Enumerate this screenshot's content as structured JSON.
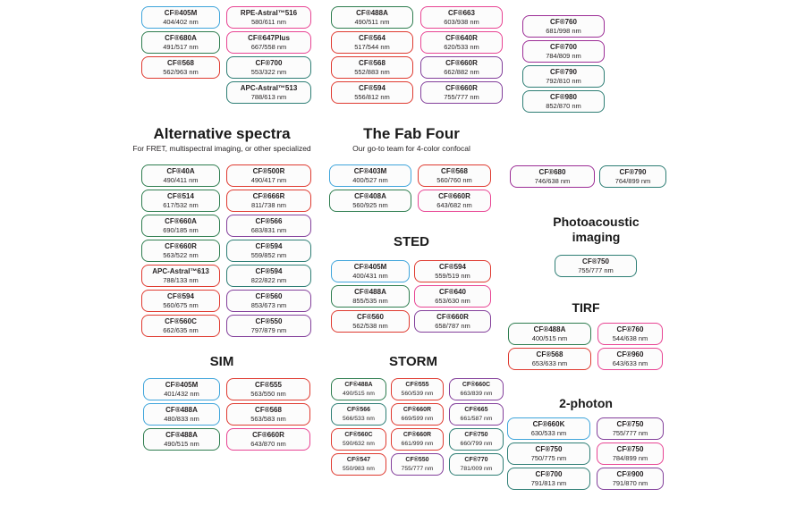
{
  "colors": {
    "blue": "#3fa5db",
    "green": "#2e7d4f",
    "red": "#df3a30",
    "pink": "#e84493",
    "teal": "#2e7e75",
    "purple": "#833f9b",
    "magenta": "#9c2d96"
  },
  "sections": {
    "top": {
      "columns": [
        [
          {
            "name": "CF®405M",
            "ex_em": "404/402 nm",
            "color": "blue"
          },
          {
            "name": "CF®680A",
            "ex_em": "491/517 nm",
            "color": "green"
          },
          {
            "name": "CF®568",
            "ex_em": "562/963 nm",
            "color": "red"
          }
        ],
        [
          {
            "name": "RPE-Astral™516",
            "ex_em": "580/611 nm",
            "color": "pink"
          },
          {
            "name": "CF®647Plus",
            "ex_em": "667/558 nm",
            "color": "pink"
          },
          {
            "name": "CF®700",
            "ex_em": "553/322 nm",
            "color": "teal"
          },
          {
            "name": "APC-Astral™513",
            "ex_em": "788/613 nm",
            "color": "teal"
          }
        ],
        [
          {
            "name": "CF®488A",
            "ex_em": "490/511 nm",
            "color": "green"
          },
          {
            "name": "CF®564",
            "ex_em": "517/544 nm",
            "color": "red"
          },
          {
            "name": "CF®568",
            "ex_em": "552/883 nm",
            "color": "red"
          },
          {
            "name": "CF®594",
            "ex_em": "556/812 nm",
            "color": "red"
          }
        ],
        [
          {
            "name": "CF®663",
            "ex_em": "603/938 nm",
            "color": "pink"
          },
          {
            "name": "CF®640R",
            "ex_em": "620/533 nm",
            "color": "pink"
          },
          {
            "name": "CF®660R",
            "ex_em": "662/882 nm",
            "color": "purple"
          },
          {
            "name": "CF®660R",
            "ex_em": "755/777 nm",
            "color": "purple"
          }
        ],
        [
          {
            "name": "CF®760",
            "ex_em": "681/998 nm",
            "color": "magenta"
          },
          {
            "name": "CF®700",
            "ex_em": "784/809 nm",
            "color": "magenta"
          },
          {
            "name": "CF®790",
            "ex_em": "792/810 nm",
            "color": "teal"
          },
          {
            "name": "CF®980",
            "ex_em": "852/870 nm",
            "color": "teal"
          }
        ]
      ]
    },
    "alt": {
      "title": "Alternative spectra",
      "subtitle": "For FRET, multispectral imaging, or other specialized",
      "columns": [
        [
          {
            "name": "CF®40A",
            "ex_em": "490/411 nm",
            "color": "green"
          },
          {
            "name": "CF®514",
            "ex_em": "617/532 nm",
            "color": "green"
          },
          {
            "name": "CF®660A",
            "ex_em": "690/185 nm",
            "color": "green"
          },
          {
            "name": "CF®660R",
            "ex_em": "563/522 nm",
            "color": "green"
          },
          {
            "name": "APC-Astral™613",
            "ex_em": "788/133 nm",
            "color": "red"
          },
          {
            "name": "CF®594",
            "ex_em": "560/675 nm",
            "color": "red"
          },
          {
            "name": "CF®560C",
            "ex_em": "662/635 nm",
            "color": "red"
          }
        ],
        [
          {
            "name": "CF®500R",
            "ex_em": "490/417 nm",
            "color": "red"
          },
          {
            "name": "CF®666R",
            "ex_em": "811/738 nm",
            "color": "red"
          },
          {
            "name": "CF®566",
            "ex_em": "683/831 nm",
            "color": "purple"
          },
          {
            "name": "CF®594",
            "ex_em": "559/852 nm",
            "color": "teal"
          },
          {
            "name": "CF®594",
            "ex_em": "822/822 nm",
            "color": "teal"
          },
          {
            "name": "CF®560",
            "ex_em": "853/673 nm",
            "color": "purple"
          },
          {
            "name": "CF®550",
            "ex_em": "797/879 nm",
            "color": "purple"
          }
        ]
      ]
    },
    "fab": {
      "title": "The Fab Four",
      "subtitle": "Our go-to team for 4-color confocal",
      "columns": [
        [
          {
            "name": "CF®403M",
            "ex_em": "400/527 nm",
            "color": "blue"
          },
          {
            "name": "CF®408A",
            "ex_em": "560/925 nm",
            "color": "green"
          }
        ],
        [
          {
            "name": "CF®568",
            "ex_em": "560/760 nm",
            "color": "red"
          },
          {
            "name": "CF®660R",
            "ex_em": "643/682 nm",
            "color": "pink"
          }
        ]
      ]
    },
    "pair": {
      "columns": [
        [
          {
            "name": "CF®680",
            "ex_em": "746/638 nm",
            "color": "magenta"
          }
        ],
        [
          {
            "name": "CF®790",
            "ex_em": "764/899 nm",
            "color": "teal"
          }
        ]
      ]
    },
    "sted": {
      "title": "STED",
      "columns": [
        [
          {
            "name": "CF®405M",
            "ex_em": "400/431 nm",
            "color": "blue"
          },
          {
            "name": "CF®488A",
            "ex_em": "855/535 nm",
            "color": "green"
          },
          {
            "name": "CF®560",
            "ex_em": "562/538 nm",
            "color": "red"
          }
        ],
        [
          {
            "name": "CF®594",
            "ex_em": "559/519 nm",
            "color": "red"
          },
          {
            "name": "CF®640",
            "ex_em": "653/630 nm",
            "color": "pink"
          },
          {
            "name": "CF®660R",
            "ex_em": "658/787 nm",
            "color": "purple"
          }
        ]
      ]
    },
    "photo": {
      "title": "Photoacoustic imaging",
      "columns": [
        [
          {
            "name": "CF®750",
            "ex_em": "755/777 nm",
            "color": "teal"
          }
        ]
      ]
    },
    "sim": {
      "title": "SIM",
      "columns": [
        [
          {
            "name": "CF®405M",
            "ex_em": "401/432 nm",
            "color": "blue"
          },
          {
            "name": "CF®488A",
            "ex_em": "480/833 nm",
            "color": "blue"
          },
          {
            "name": "CF®488A",
            "ex_em": "490/515 nm",
            "color": "green"
          }
        ],
        [
          {
            "name": "CF®555",
            "ex_em": "563/550 nm",
            "color": "red"
          },
          {
            "name": "CF®568",
            "ex_em": "563/583 nm",
            "color": "red"
          },
          {
            "name": "CF®660R",
            "ex_em": "643/870 nm",
            "color": "pink"
          }
        ]
      ]
    },
    "storm": {
      "title": "STORM",
      "columns": [
        [
          {
            "name": "CF®488A",
            "ex_em": "490/515 nm",
            "color": "green"
          },
          {
            "name": "CF®566",
            "ex_em": "566/533 nm",
            "color": "teal"
          },
          {
            "name": "CF®560C",
            "ex_em": "590/632 nm",
            "color": "red"
          },
          {
            "name": "CF®547",
            "ex_em": "550/983 nm",
            "color": "red"
          }
        ],
        [
          {
            "name": "CF®555",
            "ex_em": "560/539 nm",
            "color": "red"
          },
          {
            "name": "CF®660R",
            "ex_em": "669/599 nm",
            "color": "red"
          },
          {
            "name": "CF®660R",
            "ex_em": "661/999 nm",
            "color": "red"
          },
          {
            "name": "CF®550",
            "ex_em": "755/777 nm",
            "color": "purple"
          }
        ],
        [
          {
            "name": "CF®660C",
            "ex_em": "663/839 nm",
            "color": "purple"
          },
          {
            "name": "CF®665",
            "ex_em": "661/587 nm",
            "color": "purple"
          },
          {
            "name": "CF®750",
            "ex_em": "660/799 nm",
            "color": "teal"
          },
          {
            "name": "CF®770",
            "ex_em": "781/009 nm",
            "color": "teal"
          }
        ]
      ]
    },
    "tirf": {
      "title": "TIRF",
      "columns": [
        [
          {
            "name": "CF®488A",
            "ex_em": "400/515 nm",
            "color": "green"
          },
          {
            "name": "CF®568",
            "ex_em": "653/633 nm",
            "color": "red"
          }
        ],
        [
          {
            "name": "CF®760",
            "ex_em": "544/638 nm",
            "color": "pink"
          },
          {
            "name": "CF®960",
            "ex_em": "643/633 nm",
            "color": "pink"
          }
        ]
      ]
    },
    "twophoton": {
      "title": "2-photon",
      "columns": [
        [
          {
            "name": "CF®660K",
            "ex_em": "630/533 nm",
            "color": "blue"
          },
          {
            "name": "CF®750",
            "ex_em": "750/775 nm",
            "color": "teal"
          },
          {
            "name": "CF®700",
            "ex_em": "791/813 nm",
            "color": "teal"
          }
        ],
        [
          {
            "name": "CF®750",
            "ex_em": "755/777 nm",
            "color": "purple"
          },
          {
            "name": "CF®750",
            "ex_em": "784/899 nm",
            "color": "pink"
          },
          {
            "name": "CF®900",
            "ex_em": "791/870 nm",
            "color": "purple"
          }
        ]
      ]
    }
  }
}
